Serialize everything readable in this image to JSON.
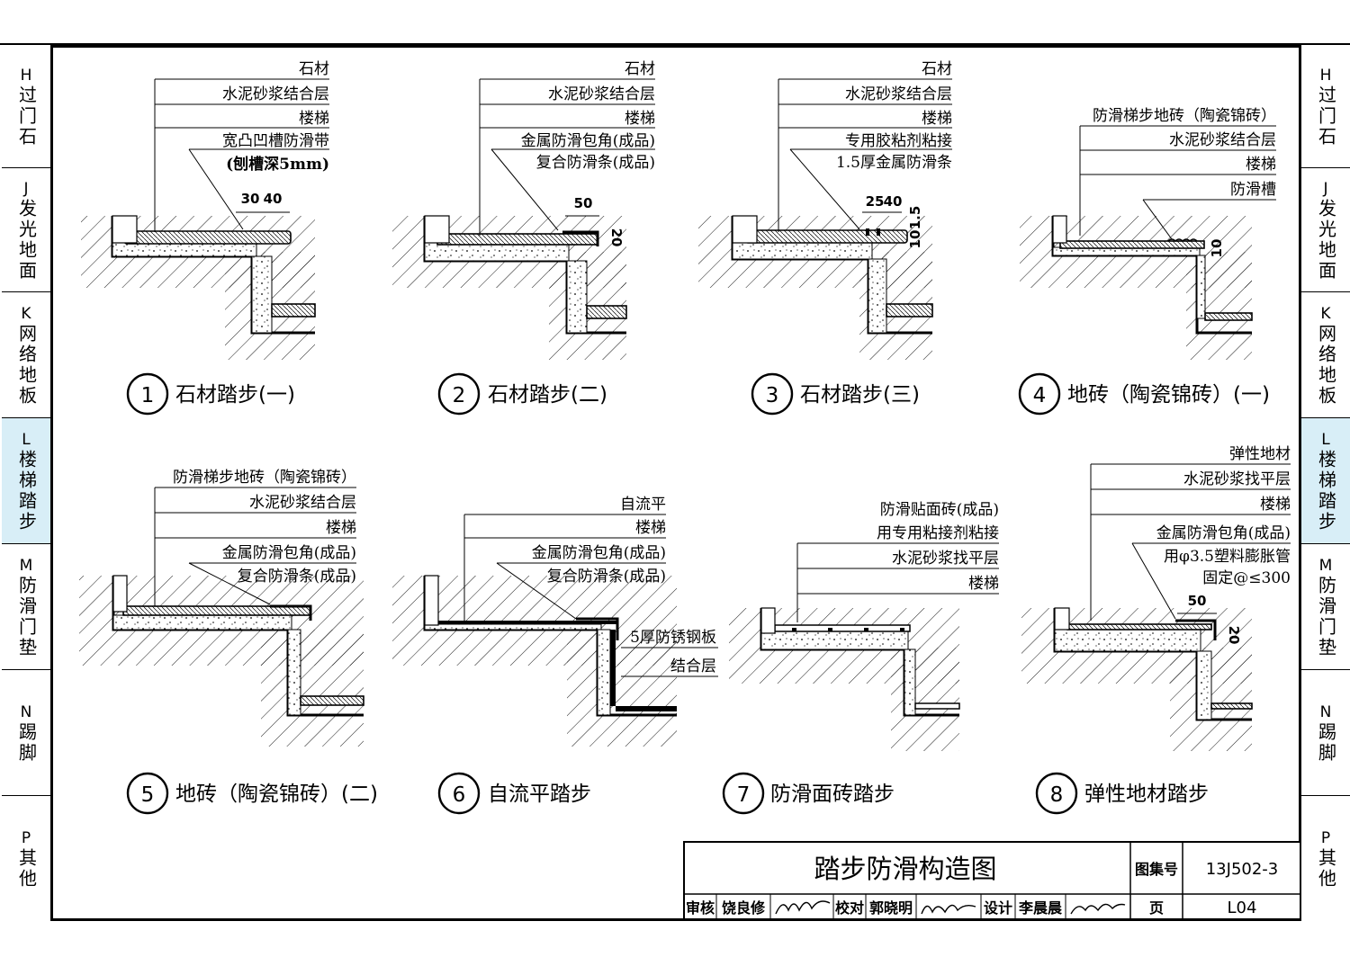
{
  "side_tabs": [
    {
      "code": "H",
      "name": "过门石"
    },
    {
      "code": "J",
      "name": "发光地面"
    },
    {
      "code": "K",
      "name": "网络地板"
    },
    {
      "code": "L",
      "name": "楼梯踏步"
    },
    {
      "code": "M",
      "name": "防滑门垫"
    },
    {
      "code": "N",
      "name": "踢脚"
    },
    {
      "code": "P",
      "name": "其他"
    }
  ],
  "details": [
    {
      "num": "1",
      "title": "石材踏步(一)",
      "labels": [
        "石材",
        "水泥砂浆结合层",
        "楼梯",
        "宽凸凹槽防滑带",
        "(刨槽深5mm)"
      ],
      "dims": [
        "30",
        "40"
      ]
    },
    {
      "num": "2",
      "title": "石材踏步(二)",
      "labels": [
        "石材",
        "水泥砂浆结合层",
        "楼梯",
        "金属防滑包角(成品)",
        "复合防滑条(成品)"
      ],
      "dims": [
        "50",
        "20"
      ]
    },
    {
      "num": "3",
      "title": "石材踏步(三)",
      "labels": [
        "石材",
        "水泥砂浆结合层",
        "楼梯",
        "专用胶粘剂粘接",
        "1.5厚金属防滑条"
      ],
      "dims": [
        "25",
        "40",
        "10",
        "1.5"
      ]
    },
    {
      "num": "4",
      "title": "地砖（陶瓷锦砖）(一)",
      "labels": [
        "防滑梯步地砖（陶瓷锦砖）",
        "水泥砂浆结合层",
        "楼梯",
        "防滑槽"
      ],
      "dims": [
        "10"
      ]
    },
    {
      "num": "5",
      "title": "地砖（陶瓷锦砖）(二)",
      "labels": [
        "防滑梯步地砖（陶瓷锦砖）",
        "水泥砂浆结合层",
        "楼梯",
        "金属防滑包角(成品)",
        "复合防滑条(成品)"
      ],
      "dims": []
    },
    {
      "num": "6",
      "title": "自流平踏步",
      "labels": [
        "自流平",
        "楼梯",
        "金属防滑包角(成品)",
        "复合防滑条(成品)",
        "5厚防锈钢板",
        "结合层"
      ],
      "dims": []
    },
    {
      "num": "7",
      "title": "防滑面砖踏步",
      "labels": [
        "防滑贴面砖(成品)",
        "用专用粘接剂粘接",
        "水泥砂浆找平层",
        "楼梯"
      ],
      "dims": []
    },
    {
      "num": "8",
      "title": "弹性地材踏步",
      "labels": [
        "弹性地材",
        "水泥砂浆找平层",
        "楼梯",
        "金属防滑包角(成品)",
        "用φ3.5塑料膨胀管",
        "固定@≤300"
      ],
      "dims": [
        "50",
        "20"
      ]
    }
  ],
  "title_block": {
    "title": "踏步防滑构造图",
    "atlas_label": "图集号",
    "atlas_no": "13J502-3",
    "review_label": "审核",
    "reviewer": "饶良修",
    "check_label": "校对",
    "checker": "郭晓明",
    "design_label": "设计",
    "designer": "李晨晨",
    "page_label": "页",
    "page_no": "L04"
  }
}
